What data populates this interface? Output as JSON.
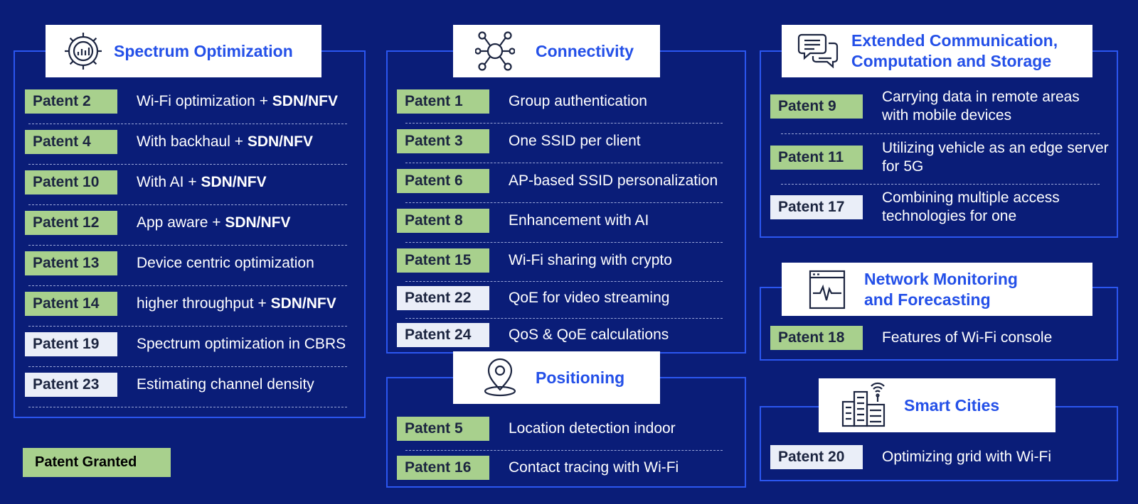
{
  "colors": {
    "background": "#0a1d78",
    "border": "#2b56f0",
    "header_text": "#2450e8",
    "granted": "#a8d08d",
    "pending": "#eaeef8"
  },
  "sections": {
    "spectrum": {
      "title": "Spectrum Optimization",
      "icon": "gear-chart-icon",
      "rows": [
        {
          "patent": "Patent 2",
          "text": "Wi-Fi optimization + ",
          "bold": "SDN/NFV",
          "status": "granted"
        },
        {
          "patent": "Patent 4",
          "text": "With backhaul + ",
          "bold": "SDN/NFV",
          "status": "granted"
        },
        {
          "patent": "Patent 10",
          "text": "With AI + ",
          "bold": "SDN/NFV",
          "status": "granted"
        },
        {
          "patent": "Patent 12",
          "text": "App aware + ",
          "bold": "SDN/NFV",
          "status": "granted"
        },
        {
          "patent": "Patent 13",
          "text": "Device centric optimization",
          "bold": "",
          "status": "granted"
        },
        {
          "patent": "Patent 14",
          "text": "higher throughput + ",
          "bold": "SDN/NFV",
          "status": "granted"
        },
        {
          "patent": "Patent 19",
          "text": "Spectrum optimization in CBRS",
          "bold": "",
          "status": "pending"
        },
        {
          "patent": "Patent 23",
          "text": "Estimating channel density",
          "bold": "",
          "status": "pending"
        }
      ]
    },
    "connectivity": {
      "title": "Connectivity",
      "icon": "network-hub-icon",
      "rows": [
        {
          "patent": "Patent 1",
          "text": "Group authentication",
          "status": "granted"
        },
        {
          "patent": "Patent 3",
          "text": "One SSID per client",
          "status": "granted"
        },
        {
          "patent": "Patent 6",
          "text": "AP-based SSID personalization",
          "status": "granted"
        },
        {
          "patent": "Patent 8",
          "text": "Enhancement with AI",
          "status": "granted"
        },
        {
          "patent": "Patent 15",
          "text": "Wi-Fi sharing with crypto",
          "status": "granted"
        },
        {
          "patent": "Patent 22",
          "text": "QoE for video streaming",
          "status": "pending"
        },
        {
          "patent": "Patent 24",
          "text": "QoS & QoE calculations",
          "status": "pending"
        }
      ]
    },
    "positioning": {
      "title": "Positioning",
      "icon": "location-pin-icon",
      "rows": [
        {
          "patent": "Patent 5",
          "text": "Location detection indoor",
          "status": "granted"
        },
        {
          "patent": "Patent 16",
          "text": "Contact tracing with Wi-Fi",
          "status": "granted"
        }
      ]
    },
    "extended": {
      "title_line1": "Extended Communication,",
      "title_line2": "Computation and Storage",
      "icon": "chat-bubbles-icon",
      "rows": [
        {
          "patent": "Patent 9",
          "text": "Carrying data in remote areas with mobile devices",
          "status": "granted"
        },
        {
          "patent": "Patent 11",
          "text": "Utilizing vehicle as an edge server for 5G",
          "status": "granted"
        },
        {
          "patent": "Patent 17",
          "text": "Combining multiple access technologies for one",
          "status": "pending"
        }
      ]
    },
    "monitoring": {
      "title_line1": "Network Monitoring",
      "title_line2": "and Forecasting",
      "icon": "monitor-waveform-icon",
      "rows": [
        {
          "patent": "Patent 18",
          "text": "Features of Wi-Fi console",
          "status": "granted"
        }
      ]
    },
    "smartcities": {
      "title": "Smart Cities",
      "icon": "city-buildings-icon",
      "rows": [
        {
          "patent": "Patent 20",
          "text": "Optimizing grid with Wi-Fi",
          "status": "pending"
        }
      ]
    }
  },
  "legend": {
    "label": "Patent Granted"
  }
}
